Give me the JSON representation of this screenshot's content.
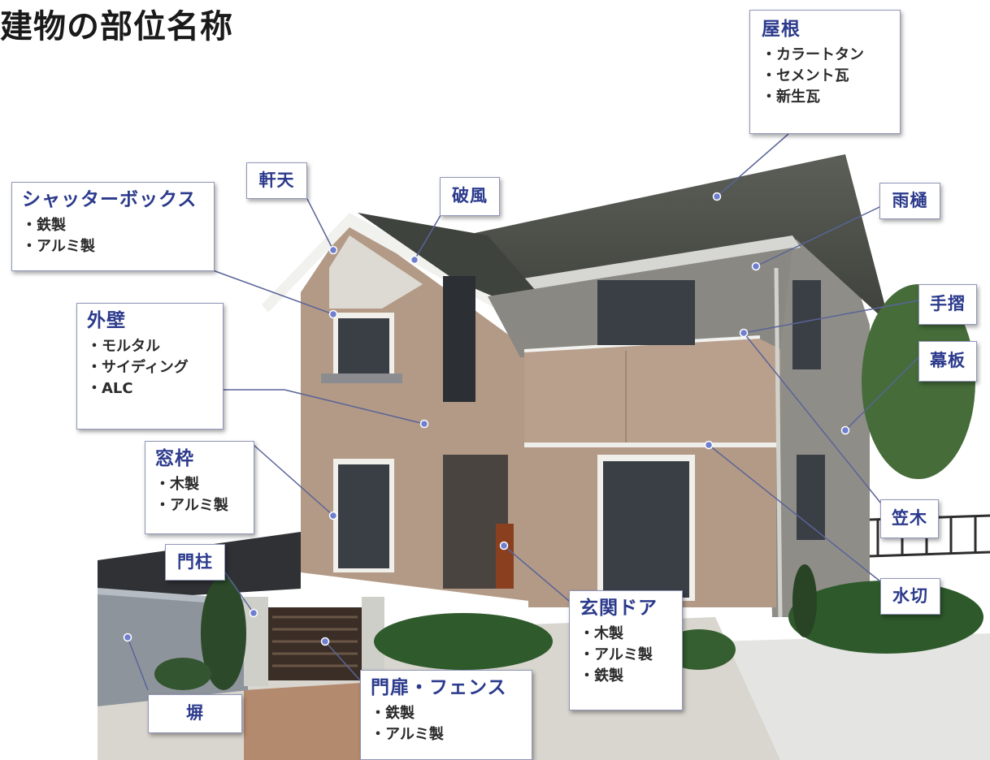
{
  "title": "建物の部位名称",
  "labels": {
    "roof": {
      "title": "屋根",
      "items": [
        "カラートタン",
        "セメント瓦",
        "新生瓦"
      ]
    },
    "shutter_box": {
      "title": "シャッターボックス",
      "items": [
        "鉄製",
        "アルミ製"
      ]
    },
    "soffit": {
      "title": "軒天"
    },
    "barge": {
      "title": "破風"
    },
    "gutter": {
      "title": "雨樋"
    },
    "handrail": {
      "title": "手摺"
    },
    "fascia": {
      "title": "幕板"
    },
    "outer_wall": {
      "title": "外壁",
      "items": [
        "モルタル",
        "サイディング",
        "ALC"
      ]
    },
    "window_frame": {
      "title": "窓枠",
      "items": [
        "木製",
        "アルミ製"
      ]
    },
    "coping": {
      "title": "笠木"
    },
    "gate_pillar": {
      "title": "門柱"
    },
    "flashing": {
      "title": "水切"
    },
    "entrance_door": {
      "title": "玄関ドア",
      "items": [
        "木製",
        "アルミ製",
        "鉄製"
      ]
    },
    "gate_fence": {
      "title": "門扉・フェンス",
      "items": [
        "鉄製",
        "アルミ製"
      ]
    },
    "wall": {
      "title": "塀"
    }
  },
  "colors": {
    "label_text": "#2b3a8c",
    "leader_line": "#5a6498",
    "marker": "#6f7fd0"
  }
}
